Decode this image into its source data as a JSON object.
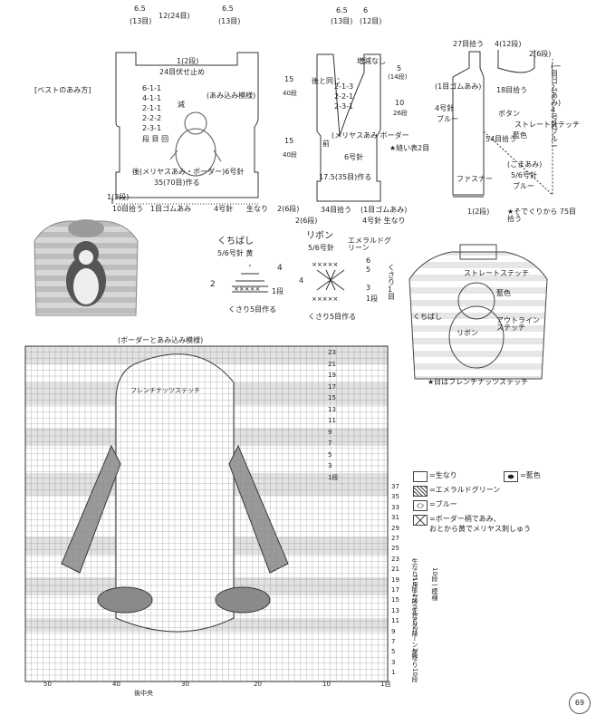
{
  "section_title": "[ベストのあみ方]",
  "back": {
    "top_shoulder_left": "6.5",
    "top_center": "12(24目)",
    "top_shoulder_right": "6.5",
    "sub_left": "(13目)",
    "sub_right": "(13目)",
    "neck": "1(2段)",
    "bind_off": "24目伏せ止め",
    "dec_1": "6-1-1",
    "dec_2": "4-1-1",
    "dec_3": "2-1-1",
    "dec_4": "2-2-2",
    "dec_5": "2-3-1",
    "dec_note": "段 目 回",
    "pattern": "(あみ込み模様)",
    "dec_word": "減",
    "height_top": "15",
    "height_top_rows": "40段",
    "height_bottom": "15",
    "height_bottom_rows": "40段",
    "body_label": "後(メリヤスあみ・ボーダー)6号針",
    "width": "35(70目)作る",
    "ribbing": "10目拾う",
    "ribbing_desc": "1目ゴムあみ",
    "needle": "4号針",
    "yarn": "生なり",
    "ribbing_rows": "2(6段)",
    "bottom_left": "1(2段)"
  },
  "front": {
    "top_left": "6.5",
    "top_right": "6",
    "sub_left": "(13目)",
    "sub_right": "(12目)",
    "no_shaping": "増減なし",
    "dec_1": "2-1-3",
    "dec_2": "2-2-1",
    "dec_3": "2-3-1",
    "same_as_back": "後と同じ",
    "front_label": "前",
    "pattern": "(メリヤスあみ ボーダー",
    "needle": "6号針",
    "width": "17.5(35目)作る",
    "height": "5",
    "height_rows": "(14段)",
    "height2": "10",
    "height2_rows": "26段",
    "side_note": "★縫い表2目",
    "bottom": "34目拾う",
    "ribbing_desc": "(1目ゴムあみ)",
    "needle2": "4号針 生なり",
    "ribbing_rows": "2(6段)"
  },
  "collar": {
    "pick_top": "27目拾う",
    "pick_rows": "4(12段)",
    "rows_right": "2(6段)",
    "ribbing": "(1目ゴムあみ)",
    "needle": "4号針",
    "color": "ブルー",
    "pick_mid": "18目拾う",
    "button": "ボタン",
    "straight_stitch": "ストレートステッチ",
    "navy": "藍色",
    "pick_left": "54目拾う",
    "garter": "(こまあみ)",
    "hook": "5/6号針",
    "hook_color": "ブルー",
    "zip": "ファスナー",
    "bottom_rows": "1(2段)",
    "right_vertical": "(一目ゴムあみ)4号針 ブルー",
    "armhole": "★そでぐりから 75目拾う"
  },
  "beak": {
    "title": "くちばし",
    "hook": "5/6号針 黄",
    "row_4": "4",
    "row_2": "2",
    "row_1": "1段",
    "chain": "くさり5目作る"
  },
  "ribbon": {
    "title": "リボン",
    "hook": "5/6号針",
    "color": "エメラルドグリーン",
    "row_6": "6",
    "row_5": "5",
    "row_4": "4",
    "row_3": "3",
    "row_1": "1段",
    "chain": "くさり5目作る",
    "chain_side": "くさり1目"
  },
  "illustration": {
    "straight": "ストレートステッチ",
    "navy": "藍色",
    "beak": "くちばし",
    "ribbon": "リボン",
    "outline": "アウトラインステッチ",
    "french": "★目はフレンチナッツステッチ"
  },
  "chart": {
    "title": "(ボーダーとあみ込み模様)",
    "french_knot": "フレンチナッツステッチ",
    "row_labels_top": [
      "23",
      "21",
      "19",
      "17",
      "15",
      "13",
      "11",
      "9",
      "7",
      "5",
      "3",
      "1段"
    ],
    "row_labels_bottom": [
      "37",
      "35",
      "33",
      "31",
      "29",
      "27",
      "25",
      "23",
      "21",
      "19",
      "17",
      "15",
      "13",
      "11",
      "9",
      "7",
      "5",
      "3",
      "1"
    ],
    "col_labels": [
      "50",
      "40",
      "30",
      "20",
      "10",
      "1目"
    ],
    "center_label": "後中央",
    "right_notes": [
      "生なり10段",
      "ブルー2段",
      "エメラルドグリーン2段",
      "生なり2段"
    ],
    "right_notes_2": [
      "10段一模様"
    ],
    "right_notes_3": [
      "生なり10段"
    ]
  },
  "legend": {
    "plain": "=生なり",
    "navy": "=藍色",
    "emerald": "=エメラルドグリーン",
    "blue": "=ブルー",
    "border": "=ボーダー柄であみ、",
    "border2": "おとから黄でメリヤス刺しゅう"
  },
  "page_number": "69"
}
